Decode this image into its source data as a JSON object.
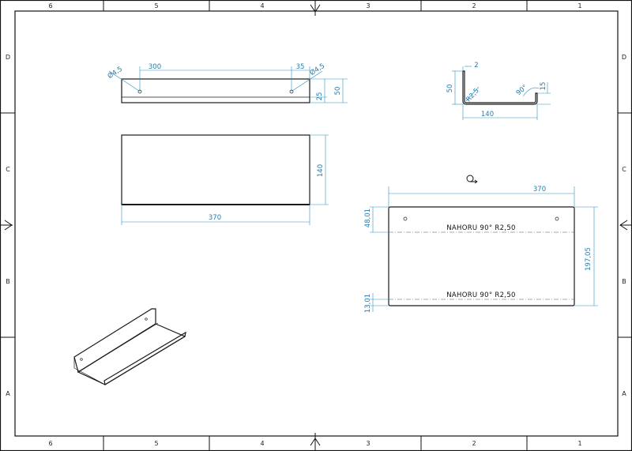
{
  "sheet": {
    "columns": [
      "6",
      "5",
      "4",
      "3",
      "2",
      "1"
    ],
    "rows": [
      "D",
      "C",
      "B",
      "A"
    ],
    "colors": {
      "line": "#1a1a1a",
      "dimension": "#2a8fc4",
      "background": "#ffffff"
    }
  },
  "top_view": {
    "hole_left": "Ø4,5",
    "hole_right": "Ø4,5",
    "spacing": "300",
    "edge_offset": "35",
    "depth_inner": "25",
    "depth_total": "50"
  },
  "front_view": {
    "height": "140",
    "width": "370"
  },
  "section_view": {
    "thickness": "2",
    "height_back": "50",
    "bend_radius": "R2,5",
    "angle": "90°",
    "lip": "15",
    "depth": "140"
  },
  "flat_pattern": {
    "width": "370",
    "length": "197,05",
    "offset_top": "48,01",
    "offset_bottom": "13,01",
    "bend1_note": "NAHORU 90° R2,50",
    "bend2_note": "NAHORU 90° R2,50",
    "flat_symbol": "flat-pattern-icon"
  },
  "iso_view": {
    "label": ""
  }
}
